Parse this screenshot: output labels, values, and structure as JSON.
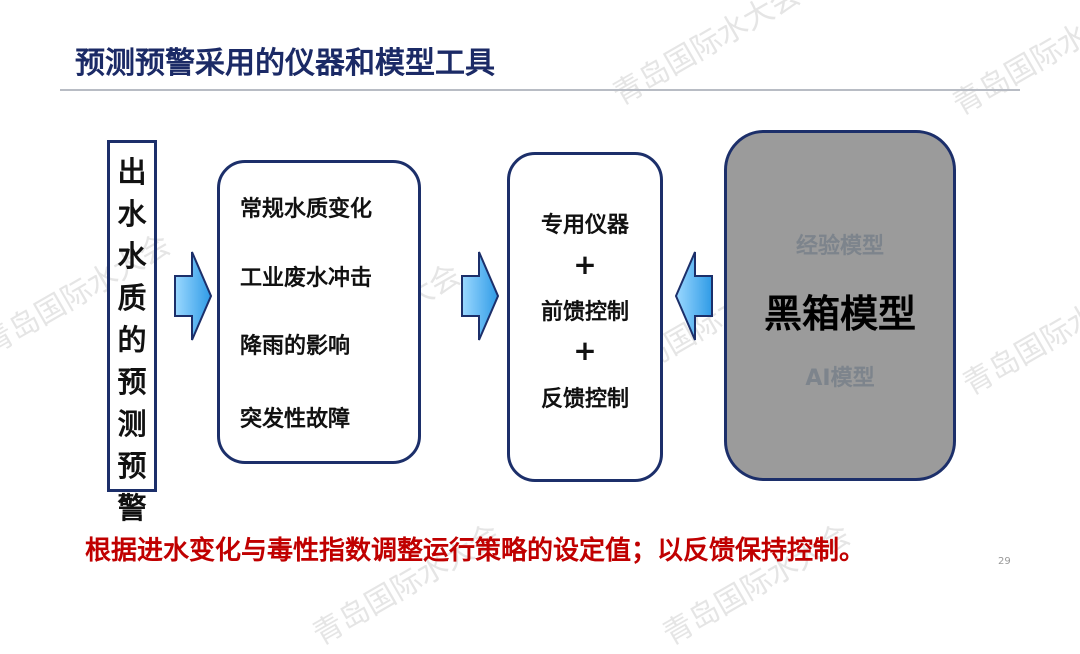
{
  "title": "预测预警采用的仪器和模型工具",
  "vertical_label": [
    "出",
    "水",
    "水",
    "质",
    "的",
    "预",
    "测",
    "预",
    "警"
  ],
  "factors": [
    "常规水质变化",
    "工业废水冲击",
    "降雨的影响",
    "突发性故障"
  ],
  "controls": [
    "专用仪器",
    "+",
    "前馈控制",
    "+",
    "反馈控制"
  ],
  "models": {
    "top": "经验模型",
    "main": "黑箱模型",
    "bottom": "AI模型"
  },
  "conclusion": "根据进水变化与毒性指数调整运行策略的设定值；以反馈保持控制。",
  "page_number": "29",
  "watermark": "青岛国际水大会",
  "colors": {
    "title": "#1b2a66",
    "border": "#1c2f6a",
    "arrow": "#4db3f0",
    "conclusion": "#c00000",
    "model_box": "#9b9b9b"
  }
}
